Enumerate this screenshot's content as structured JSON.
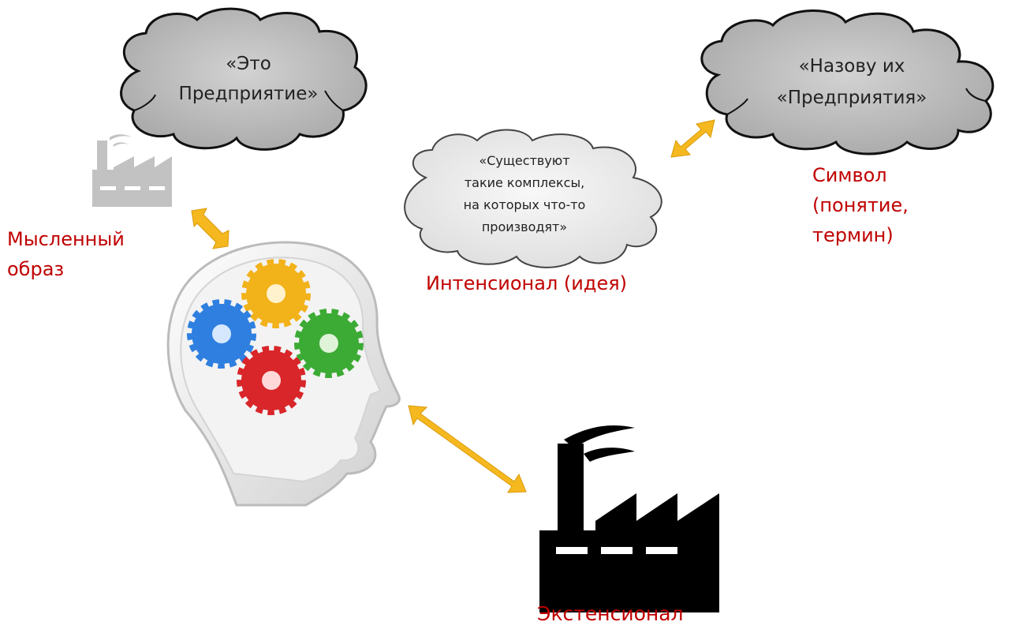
{
  "clouds": {
    "image_cloud": {
      "lines": [
        "«Это",
        "Предприятие»"
      ]
    },
    "idea_cloud": {
      "lines": [
        "«Существуют",
        "такие комплексы,",
        "на которых что-то",
        "производят»"
      ]
    },
    "symbol_cloud": {
      "lines": [
        "«Назову их",
        "«Предприятия»"
      ]
    }
  },
  "labels": {
    "mental_image": [
      "Мысленный",
      "образ"
    ],
    "intension": "Интенсионал (идея)",
    "symbol": [
      "Символ",
      "(понятие,",
      "термин)"
    ],
    "extension": "Экстенсионал"
  },
  "colors": {
    "label_red": "#c00000",
    "arrow_orange": "#f5b81f",
    "cloud_dark": "#bcbcbc",
    "cloud_light": "#ececec",
    "factory_gray": "#c2c2c2",
    "factory_black": "#000000",
    "gear_blue": "#2f7fe0",
    "gear_yellow": "#f2b21a",
    "gear_green": "#3cab35",
    "gear_red": "#d8262a"
  },
  "icons": [
    "factory-icon",
    "head-icon",
    "gear-icon",
    "double-arrow-icon",
    "cloud-icon"
  ]
}
